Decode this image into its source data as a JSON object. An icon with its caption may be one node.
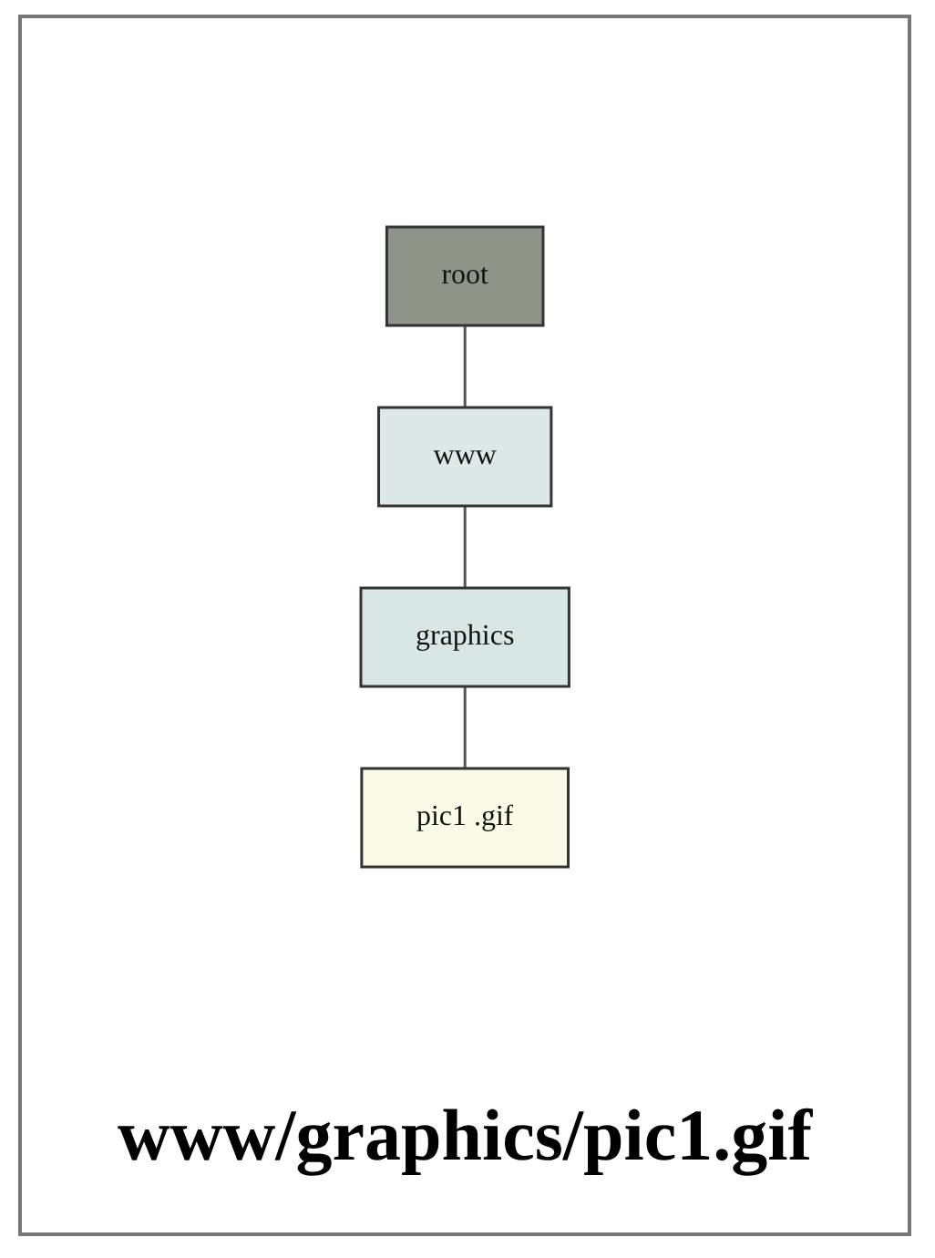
{
  "diagram": {
    "caption": "www/graphics/pic1.gif",
    "nodes": [
      {
        "text": [
          "root"
        ]
      },
      {
        "text": [
          "www"
        ]
      },
      {
        "text": [
          "graphics"
        ]
      },
      {
        "text": [
          "pic1 .gif"
        ]
      }
    ],
    "edges": [
      {
        "from": 0,
        "to": 1,
        "arrow": "none"
      },
      {
        "from": 1,
        "to": 2,
        "arrow": "none"
      },
      {
        "from": 2,
        "to": 3,
        "arrow": "none"
      }
    ]
  }
}
